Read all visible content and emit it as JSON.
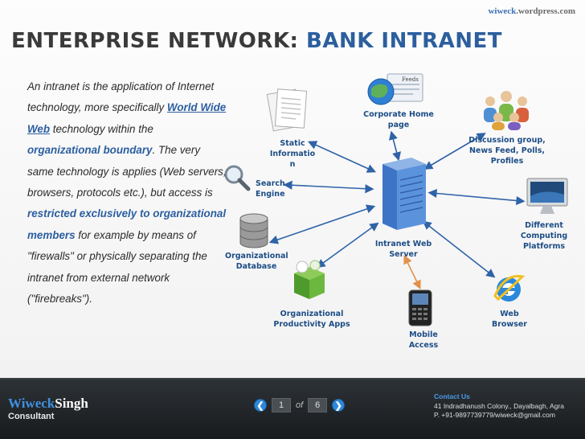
{
  "site": {
    "brand": "wiweck",
    "domain": ".wordpress.com"
  },
  "title": {
    "part1": "ENTERPRISE NETWORK:",
    "part2": "BANK INTRANET"
  },
  "body": {
    "s1": "An intranet is the application of Internet technology, more specifically ",
    "h1": "World Wide Web",
    "s2": " technology within the ",
    "h2": "organizational boundary",
    "s3": ". The very same technology is applies (Web servers, browsers, protocols etc.), but access is ",
    "h3": "restricted exclusively to organizational members",
    "s4": " for example by means of \"firewalls\" or physically separating the intranet from external network (\"firebreaks\")."
  },
  "diagram": {
    "center": "Intranet Web\nServer",
    "nodes": {
      "corporate": "Corporate Home\npage",
      "static": "Static\nInformatio\nn",
      "search": "Search\nEngine",
      "database": "Organizational\nDatabase",
      "productivity": "Organizational\nProductivity Apps",
      "mobile": "Mobile\nAccess",
      "web_browser": "Web\nBrowser",
      "platforms": "Different\nComputing\nPlatforms",
      "discussion": "Discussion group,\nNews Feed, Polls,\nProfiles"
    },
    "feeds_label": "Feeds"
  },
  "footer": {
    "author_first": "Wiweck",
    "author_last": "Singh",
    "role": "Consultant",
    "page_current": "1",
    "page_of": "of",
    "page_total": "6",
    "contact_heading": "Contact Us",
    "contact_address": "41 Indradhanush Colony., Dayalbagh, Agra",
    "contact_phone": "P. +91-9897739779/wiweck@gmail.com"
  },
  "colors": {
    "accent": "#2c5f9e",
    "connector": "#2f63a8",
    "mobile_connector": "#e2914a",
    "footer_bg": "#1f2326"
  }
}
